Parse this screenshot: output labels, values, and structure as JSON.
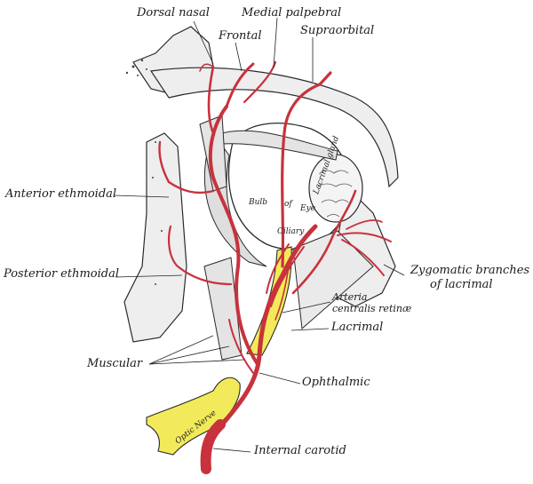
{
  "labels": {
    "dorsal_nasal": "Dorsal nasal",
    "medial_palpebral": "Medial palpebral",
    "frontal": "Frontal",
    "supraorbital": "Supraorbital",
    "anterior_ethmoidal": "Anterior ethmoidal",
    "posterior_ethmoidal": "Posterior ethmoidal",
    "zygomatic_line1": "Zygomatic branches",
    "zygomatic_line2": "of lacrimal",
    "arteria_line1": "Arteria",
    "arteria_line2": "centralis retinæ",
    "lacrimal": "Lacrimal",
    "muscular": "Muscular",
    "ophthalmic": "Ophthalmic",
    "internal_carotid": "Internal carotid"
  },
  "organ_labels": {
    "bulb": "Bulb",
    "of": "of",
    "eye": "Eye",
    "ciliary": "Ciliary",
    "lacrimal_gland": "Lacrimal gland",
    "optic_nerve": "Optic Nerve"
  },
  "colors": {
    "artery": "#c8323c",
    "nerve": "#f2ea5a",
    "outline": "#2a2a2a",
    "tissue": "#eeeeee"
  }
}
